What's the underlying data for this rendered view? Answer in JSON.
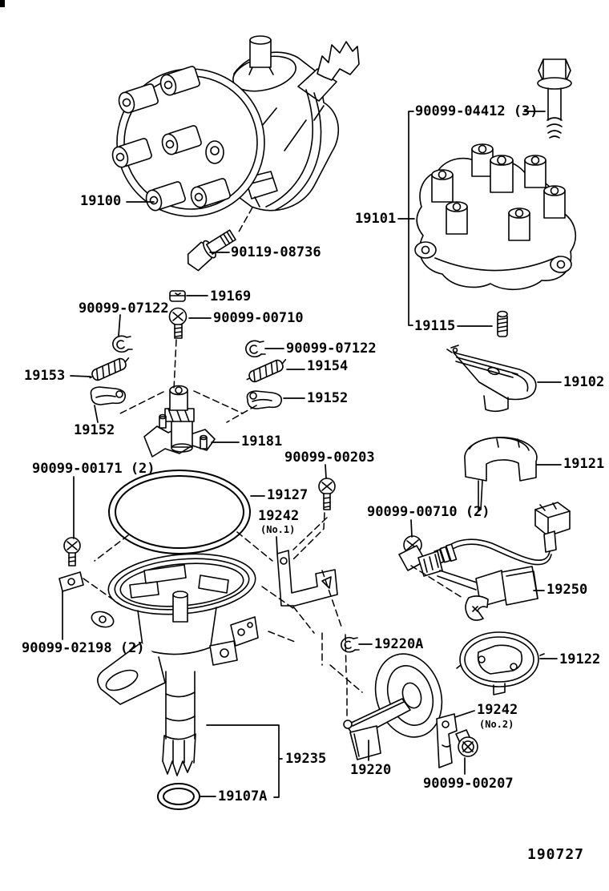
{
  "doc": {
    "page_code": "190727"
  },
  "parts": {
    "p19100": {
      "label": "19100"
    },
    "p90119_08736": {
      "label": "90119-08736"
    },
    "p90099_04412": {
      "label": "90099-04412 (3)"
    },
    "p19101": {
      "label": "19101"
    },
    "p19115": {
      "label": "19115"
    },
    "p19169": {
      "label": "19169"
    },
    "p90099_07122_l": {
      "label": "90099-07122"
    },
    "p90099_00710": {
      "label": "90099-00710"
    },
    "p19153": {
      "label": "19153"
    },
    "p19152_l": {
      "label": "19152"
    },
    "p90099_07122_r": {
      "label": "90099-07122"
    },
    "p19154": {
      "label": "19154"
    },
    "p19152_r": {
      "label": "19152"
    },
    "p19181": {
      "label": "19181"
    },
    "p19102": {
      "label": "19102"
    },
    "p19121": {
      "label": "19121"
    },
    "p90099_00203": {
      "label": "90099-00203"
    },
    "p19127": {
      "label": "19127"
    },
    "p19242_1": {
      "label": "19242",
      "sub": "(No.1)"
    },
    "p90099_00171": {
      "label": "90099-00171 (2)"
    },
    "p90099_02198": {
      "label": "90099-02198 (2)"
    },
    "p90099_00710_2": {
      "label": "90099-00710 (2)"
    },
    "p19250": {
      "label": "19250"
    },
    "p19220A": {
      "label": "19220A"
    },
    "p19122": {
      "label": "19122"
    },
    "p19235": {
      "label": "19235"
    },
    "p19107A": {
      "label": "19107A"
    },
    "p19220": {
      "label": "19220"
    },
    "p19242_2": {
      "label": "19242",
      "sub": "(No.2)"
    },
    "p90099_00207": {
      "label": "90099-00207"
    }
  }
}
